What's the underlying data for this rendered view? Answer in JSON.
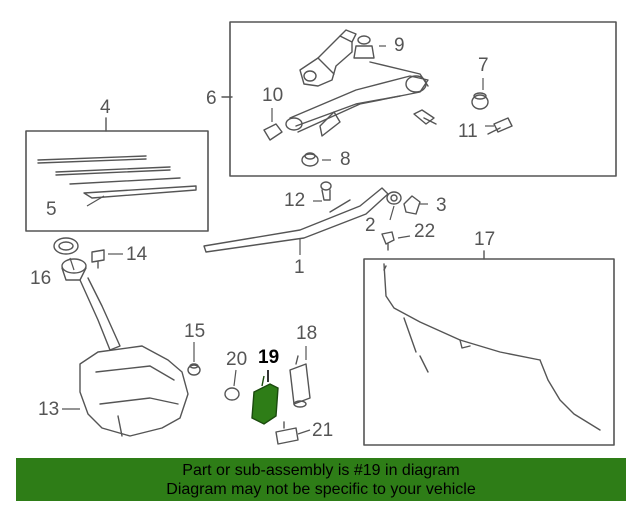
{
  "diagram": {
    "highlighted_part": "19",
    "callouts": [
      {
        "id": "c1",
        "label": "1"
      },
      {
        "id": "c2",
        "label": "2"
      },
      {
        "id": "c3",
        "label": "3"
      },
      {
        "id": "c4",
        "label": "4"
      },
      {
        "id": "c5",
        "label": "5"
      },
      {
        "id": "c6",
        "label": "6"
      },
      {
        "id": "c7",
        "label": "7"
      },
      {
        "id": "c8",
        "label": "8"
      },
      {
        "id": "c9",
        "label": "9"
      },
      {
        "id": "c10",
        "label": "10"
      },
      {
        "id": "c11",
        "label": "11"
      },
      {
        "id": "c12",
        "label": "12"
      },
      {
        "id": "c13",
        "label": "13"
      },
      {
        "id": "c14",
        "label": "14"
      },
      {
        "id": "c15",
        "label": "15"
      },
      {
        "id": "c16",
        "label": "16"
      },
      {
        "id": "c17",
        "label": "17"
      },
      {
        "id": "c18",
        "label": "18"
      },
      {
        "id": "c19",
        "label": "19"
      },
      {
        "id": "c20",
        "label": "20"
      },
      {
        "id": "c21",
        "label": "21"
      },
      {
        "id": "c22",
        "label": "22"
      }
    ],
    "colors": {
      "line": "#555555",
      "highlight": "#2e7d17",
      "banner_bg": "#2e7d17",
      "banner_text": "#000000"
    }
  },
  "banner": {
    "line1": "Part or sub-assembly is #19 in diagram",
    "line2": "Diagram may not be specific to your vehicle"
  }
}
